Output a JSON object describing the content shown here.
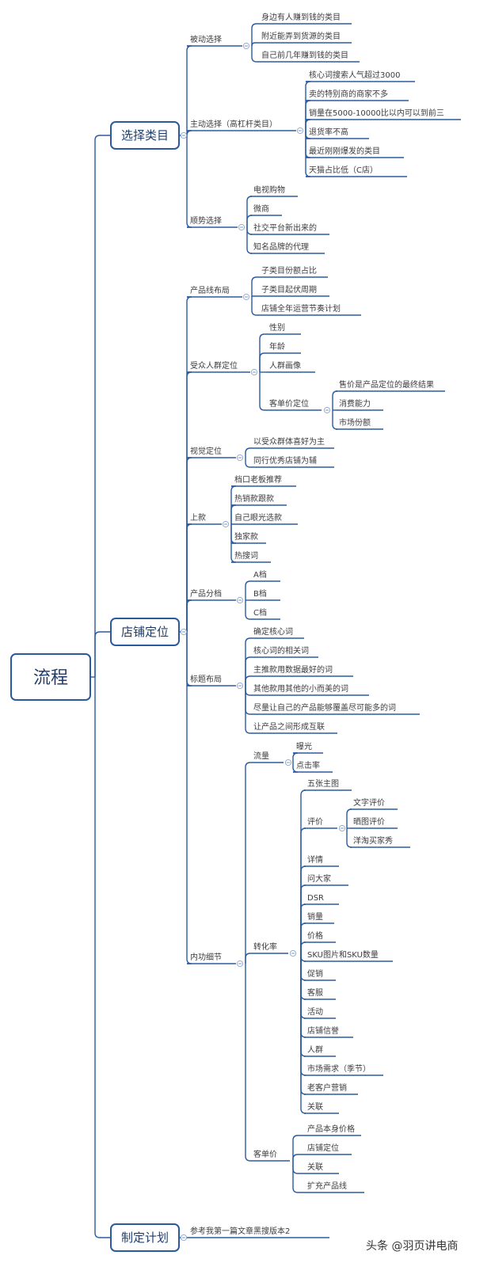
{
  "root": "流程",
  "branches": [
    {
      "label": "选择类目",
      "children": [
        {
          "label": "被动选择",
          "children": [
            "身边有人赚到钱的类目",
            "附近能弄到货源的类目",
            "自己前几年赚到钱的类目"
          ]
        },
        {
          "label": "主动选择（高杠杆类目）",
          "children": [
            "核心词搜索人气超过3000",
            "卖的特别商的商家不多",
            "销量在5000-10000比以内可以到前三",
            "退货率不高",
            "最近刚刚爆发的类目",
            "天猫占比低（C店）"
          ]
        },
        {
          "label": "顺势选择",
          "children": [
            "电视购物",
            "微商",
            "社交平台新出来的",
            "知名品牌的代理"
          ]
        }
      ]
    },
    {
      "label": "店铺定位",
      "children": [
        {
          "label": "产品线布局",
          "children": [
            "子类目份额占比",
            "子类目起伏周期",
            "店铺全年运营节奏计划"
          ]
        },
        {
          "label": "受众人群定位",
          "children": [
            "性别",
            "年龄",
            "人群画像",
            {
              "label": "客单价定位",
              "children": [
                "售价是产品定位的最终结果",
                "消费能力",
                "市场份额"
              ]
            }
          ]
        },
        {
          "label": "视觉定位",
          "children": [
            "以受众群体喜好为主",
            "同行优秀店铺为辅"
          ]
        },
        {
          "label": "上款",
          "children": [
            "档口老板推荐",
            "热销款跟款",
            "自己眼光选款",
            "独家款",
            "热搜词"
          ]
        },
        {
          "label": "产品分档",
          "children": [
            "A档",
            "B档",
            "C档"
          ]
        },
        {
          "label": "标题布局",
          "children": [
            "确定核心词",
            "核心词的相关词",
            "主推款用数据最好的词",
            "其他款用其他的小而美的词",
            "尽量让自己的产品能够覆盖尽可能多的词",
            "让产品之间形成互联"
          ]
        },
        {
          "label": "内功细节",
          "children": [
            {
              "label": "流量",
              "children": [
                "曝光",
                "点击率"
              ]
            },
            {
              "label": "转化率",
              "children": [
                "五张主图",
                {
                  "label": "评价",
                  "children": [
                    "文字评价",
                    "晒图评价",
                    "洋淘买家秀"
                  ]
                },
                "详情",
                "问大家",
                "DSR",
                "销量",
                "价格",
                "SKU图片和SKU数量",
                "促销",
                "客服",
                "活动",
                "店铺信誉",
                "人群",
                "市场需求（季节）",
                "老客户营销",
                "关联"
              ]
            },
            {
              "label": "客单价",
              "children": [
                "产品本身价格",
                "店铺定位",
                "关联",
                "扩充产品线"
              ]
            }
          ]
        }
      ]
    },
    {
      "label": "制定计划",
      "children": [
        "参考我第一篇文章黑搜版本2"
      ]
    }
  ],
  "watermark": "头条 @羽页讲电商",
  "colors": {
    "line": "#2b5aa0",
    "box_border": "#2b5aa0",
    "text": "#3c3c3c"
  },
  "icons": {
    "collapse": "collapse-minus-icon"
  }
}
